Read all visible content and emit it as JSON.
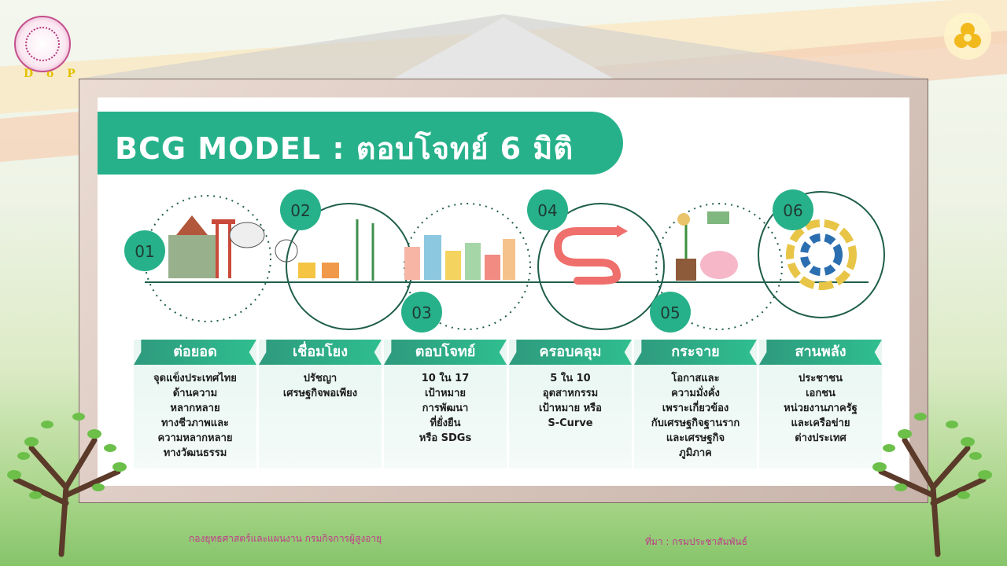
{
  "header": {
    "logo_text": "D o P"
  },
  "slide": {
    "title": "BCG MODEL : ตอบโจทย์ 6 มิติ",
    "steps": [
      {
        "num": "01",
        "label": "ต่อยอด",
        "lines": [
          "จุดแข็งประเทศไทย",
          "ด้านความ",
          "หลากหลาย",
          "ทางชีวภาพและ",
          "ความหลากหลาย",
          "ทางวัฒนธรรม"
        ]
      },
      {
        "num": "02",
        "label": "เชื่อมโยง",
        "lines": [
          "ปรัชญา",
          "เศรษฐกิจพอเพียง"
        ]
      },
      {
        "num": "03",
        "label": "ตอบโจทย์",
        "lines": [
          "10 ใน 17",
          "เป้าหมาย",
          "การพัฒนา",
          "ที่ยั่งยืน",
          "หรือ SDGs"
        ]
      },
      {
        "num": "04",
        "label": "ครอบคลุม",
        "lines": [
          "5 ใน 10",
          "อุตสาหกรรม",
          "เป้าหมาย หรือ",
          "S-Curve"
        ]
      },
      {
        "num": "05",
        "label": "กระจาย",
        "lines": [
          "โอกาสและ",
          "ความมั่งคั่ง",
          "เพราะเกี่ยวข้อง",
          "กับเศรษฐกิจฐานราก",
          "และเศรษฐกิจ",
          "ภูมิภาค"
        ]
      },
      {
        "num": "06",
        "label": "สานพลัง",
        "lines": [
          "ประชาชน",
          "เอกชน",
          "หน่วยงานภาครัฐ",
          "และเครือข่าย",
          "ต่างประเทศ"
        ]
      }
    ]
  },
  "footer": {
    "left": "กองยุทธศาสตร์และแผนงาน กรมกิจการผู้สูงอายุ",
    "right": "ที่มา  :  กรมประชาสัมพันธ์"
  },
  "colors": {
    "accent": "#27b18a",
    "line": "#1f5e4c",
    "footer_text": "#c0398a"
  }
}
